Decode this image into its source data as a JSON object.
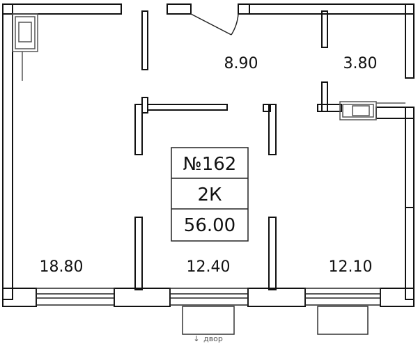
{
  "apartment": {
    "number": "№162",
    "type": "2К",
    "total_area": "56.00"
  },
  "rooms": [
    {
      "name": "room-18-80",
      "area": "18.80"
    },
    {
      "name": "room-12-40",
      "area": "12.40"
    },
    {
      "name": "room-12-10",
      "area": "12.10"
    },
    {
      "name": "hall-8-90",
      "area": "8.90"
    },
    {
      "name": "bathroom-3-80",
      "area": "3.80"
    }
  ],
  "orientation": {
    "arrow": "↓",
    "text": "двор"
  },
  "colors": {
    "wall": "#111111",
    "line": "#222222",
    "fixture": "#555555",
    "background": "#ffffff"
  }
}
